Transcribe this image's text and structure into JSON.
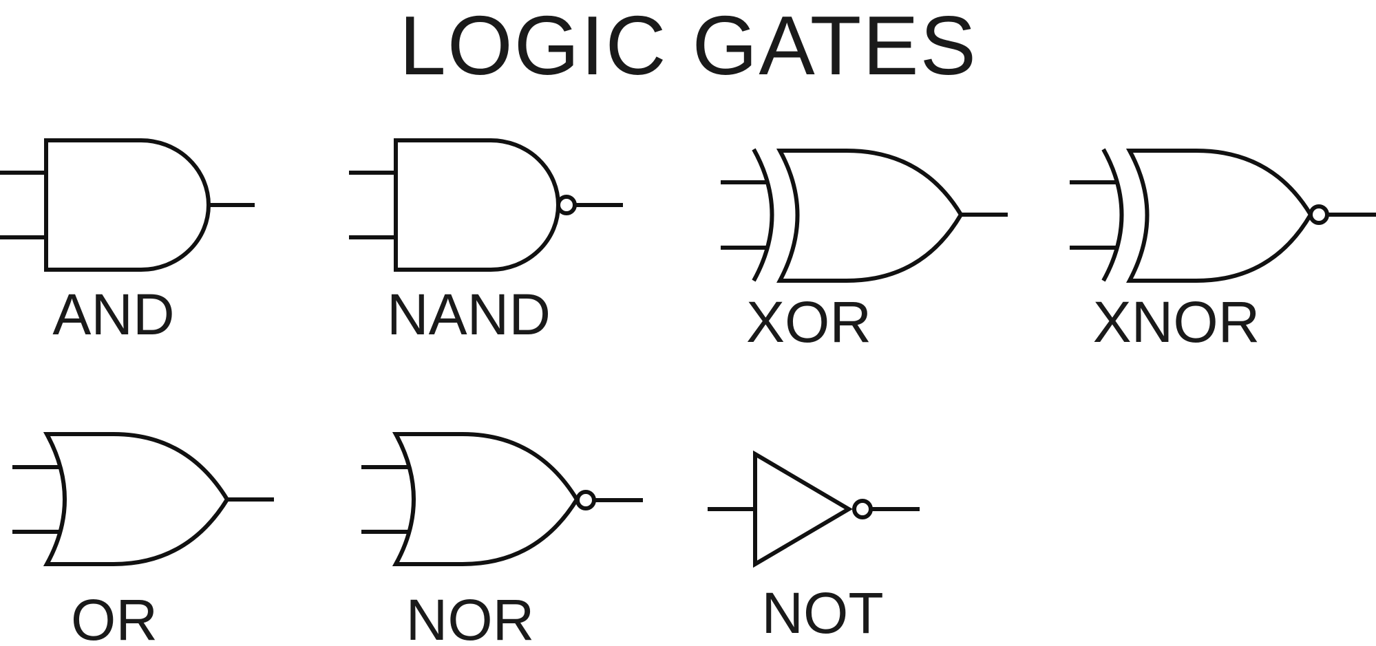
{
  "title": "LOGIC GATES",
  "gates": {
    "and": {
      "label": "AND"
    },
    "nand": {
      "label": "NAND"
    },
    "xor": {
      "label": "XOR"
    },
    "xnor": {
      "label": "XNOR"
    },
    "or": {
      "label": "OR"
    },
    "nor": {
      "label": "NOR"
    },
    "not": {
      "label": "NOT"
    }
  },
  "colors": {
    "stroke": "#111111",
    "text": "#1a1a1a",
    "background": "#ffffff"
  }
}
